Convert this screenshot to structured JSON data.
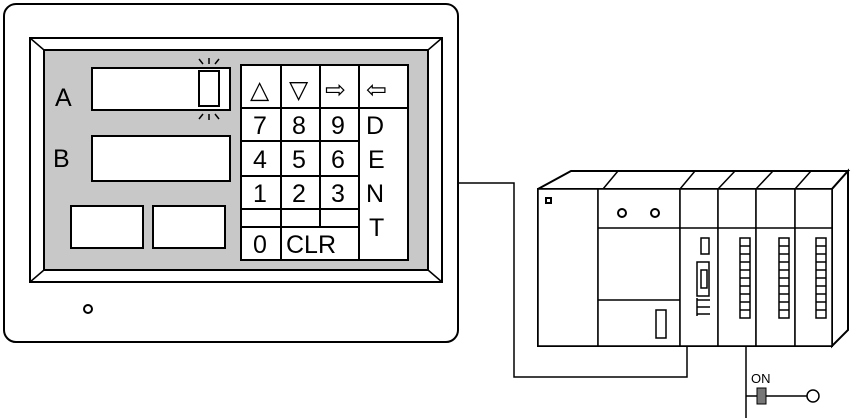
{
  "hmi": {
    "field_a_label": "A",
    "field_b_label": "B",
    "keypad": {
      "arrow_row": [
        "△",
        "▽",
        "⇨",
        "⇦"
      ],
      "row1": [
        "7",
        "8",
        "9"
      ],
      "row2": [
        "4",
        "5",
        "6"
      ],
      "row3": [
        "1",
        "2",
        "3"
      ],
      "zero": "0",
      "clear": "CLR",
      "enter_letters": [
        "D",
        "E",
        "N",
        "T"
      ]
    }
  },
  "switch": {
    "label": "ON"
  },
  "colors": {
    "screen": "#c8c8c8",
    "line": "#000000",
    "background": "#ffffff"
  }
}
